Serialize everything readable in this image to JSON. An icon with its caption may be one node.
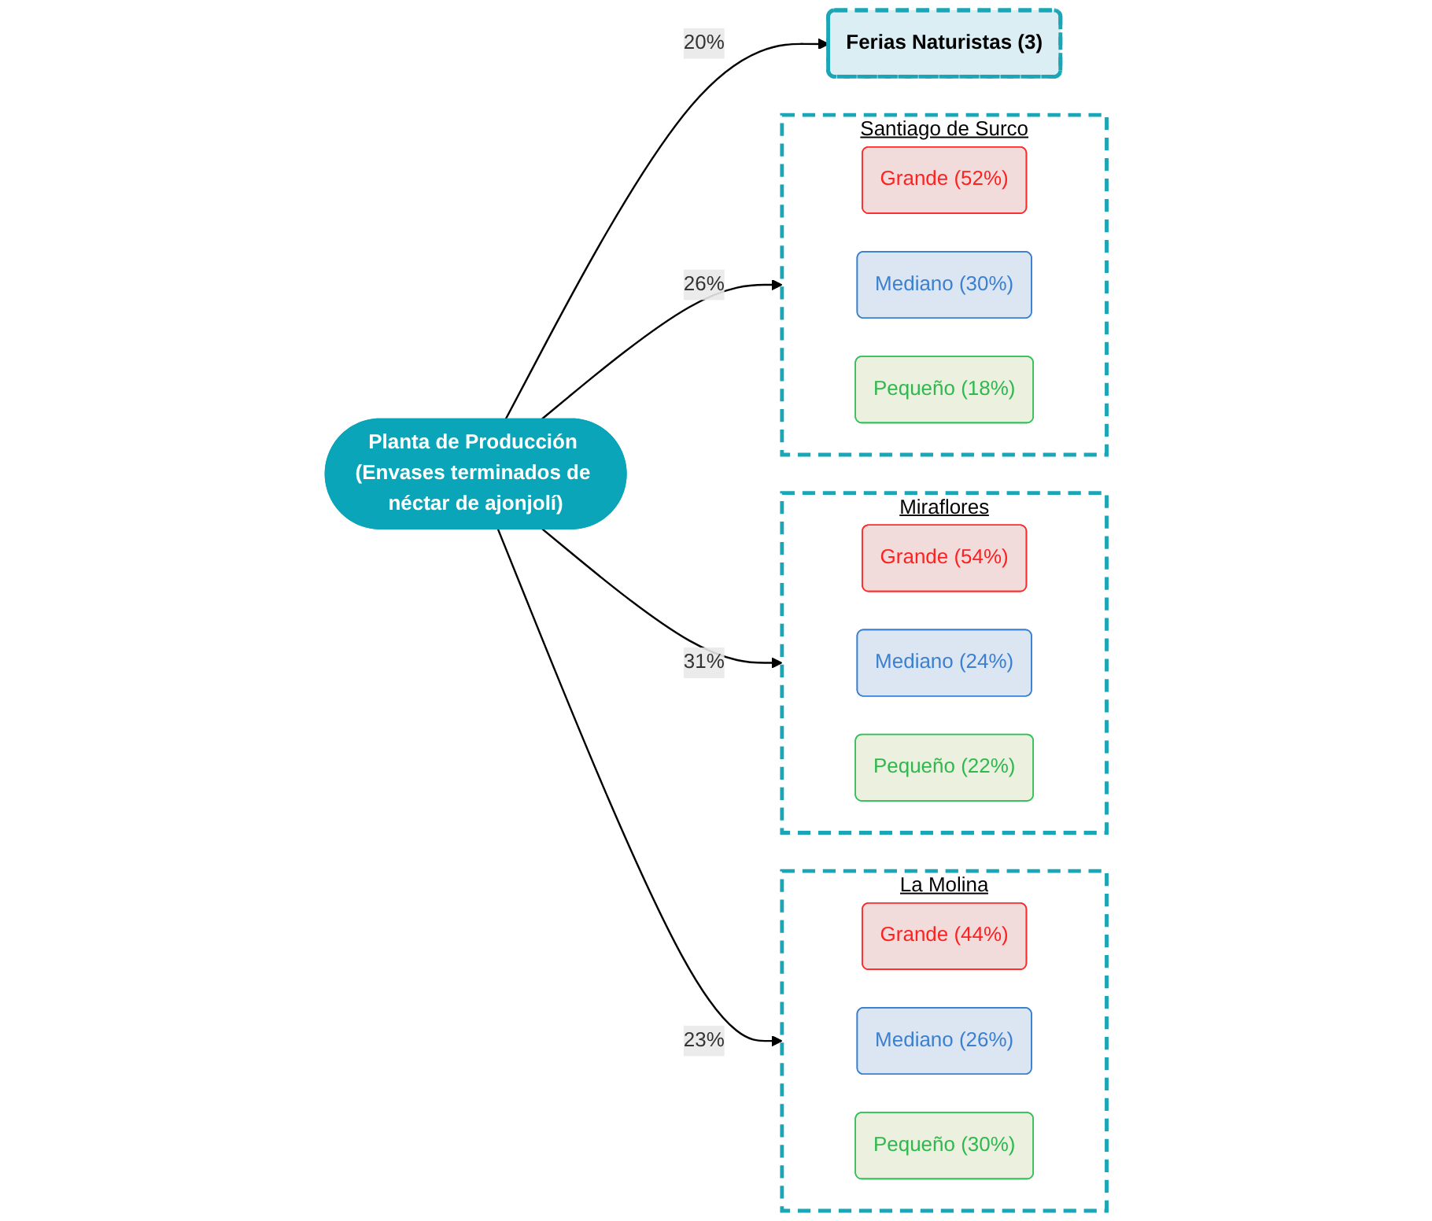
{
  "diagram": {
    "nodes": [
      {
        "text": [
          "Planta de Producción (Envases terminados de néctar de ajonjolí)"
        ]
      },
      {
        "text": [
          "Santiago de Surco"
        ]
      },
      {
        "text": [
          "Grande (52%)"
        ],
        "in": 1
      },
      {
        "text": [
          "Mediano (30%)"
        ],
        "in": 1
      },
      {
        "text": [
          "Pequeño (18%)"
        ],
        "in": 1
      },
      {
        "text": [
          "Miraflores"
        ]
      },
      {
        "text": [
          "Grande (54%)"
        ],
        "in": 5
      },
      {
        "text": [
          "Mediano (24%)"
        ],
        "in": 5
      },
      {
        "text": [
          "Pequeño (22%)"
        ],
        "in": 5
      },
      {
        "text": [
          "La Molina"
        ]
      },
      {
        "text": [
          "Grande (44%)"
        ],
        "in": 9
      },
      {
        "text": [
          "Mediano (26%)"
        ],
        "in": 9
      },
      {
        "text": [
          "Pequeño (30%)"
        ],
        "in": 9
      },
      {
        "text": [
          "Ferias Naturistas (3)"
        ]
      }
    ],
    "edges": [
      {
        "from": 0,
        "to": 1,
        "arrow": "to",
        "label": "26%"
      },
      {
        "from": 0,
        "to": 5,
        "arrow": "to",
        "label": "31%"
      },
      {
        "from": 0,
        "to": 9,
        "arrow": "to",
        "label": "23%"
      },
      {
        "from": 0,
        "to": 13,
        "arrow": "to",
        "label": "20%"
      }
    ]
  }
}
